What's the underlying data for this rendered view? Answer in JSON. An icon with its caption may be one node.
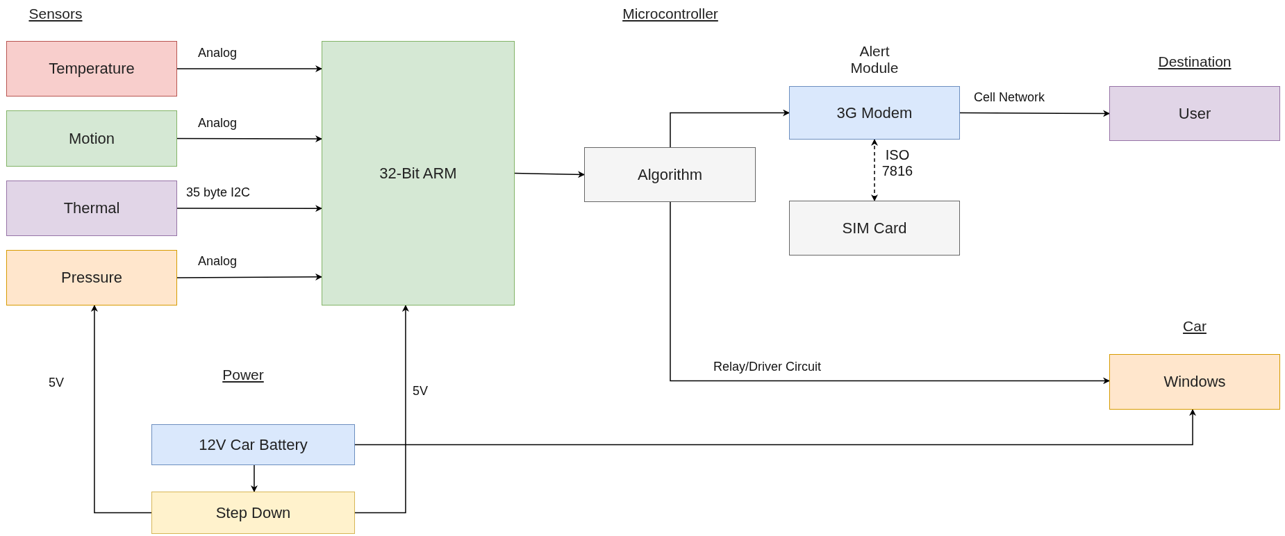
{
  "diagram": {
    "nodes": [
      {
        "text": [
          "Temperature"
        ]
      },
      {
        "text": [
          "Motion"
        ]
      },
      {
        "text": [
          "Thermal"
        ]
      },
      {
        "text": [
          "Pressure"
        ]
      },
      {
        "text": [
          "32-Bit ARM"
        ]
      },
      {
        "text": [
          "Algorithm"
        ]
      },
      {
        "text": [
          "3G Modem"
        ]
      },
      {
        "text": [
          "User"
        ]
      },
      {
        "text": [
          "SIM Card"
        ]
      },
      {
        "text": [
          "Windows"
        ]
      },
      {
        "text": [
          "12V Car Battery"
        ]
      },
      {
        "text": [
          "Step Down"
        ]
      }
    ],
    "edges": [
      {
        "from": 0,
        "to": 4,
        "arrow": "to",
        "label": "Analog"
      },
      {
        "from": 1,
        "to": 4,
        "arrow": "to",
        "label": "Analog"
      },
      {
        "from": 2,
        "to": 4,
        "arrow": "to",
        "label": "35 byte I2C"
      },
      {
        "from": 3,
        "to": 4,
        "arrow": "to",
        "label": "Analog"
      },
      {
        "from": 4,
        "to": 5,
        "arrow": "to"
      },
      {
        "from": 5,
        "to": 6,
        "arrow": "to"
      },
      {
        "from": 6,
        "to": 7,
        "arrow": "to",
        "label": "Cell Network"
      },
      {
        "from": 6,
        "to": 8,
        "arrow": "both",
        "label": "ISO 7816",
        "style": "dashed"
      },
      {
        "from": 5,
        "to": 9,
        "arrow": "to",
        "label": "Relay/Driver Circuit"
      },
      {
        "from": 10,
        "to": 9,
        "arrow": "to"
      },
      {
        "from": 10,
        "to": 11,
        "arrow": "to"
      },
      {
        "from": 11,
        "to": 3,
        "arrow": "to",
        "label": "5V"
      },
      {
        "from": 11,
        "to": 4,
        "arrow": "to",
        "label": "5V"
      }
    ],
    "labels": [
      "Sensors",
      "Microcontroller",
      "Alert Module",
      "Destination",
      "Car",
      "Power"
    ]
  }
}
